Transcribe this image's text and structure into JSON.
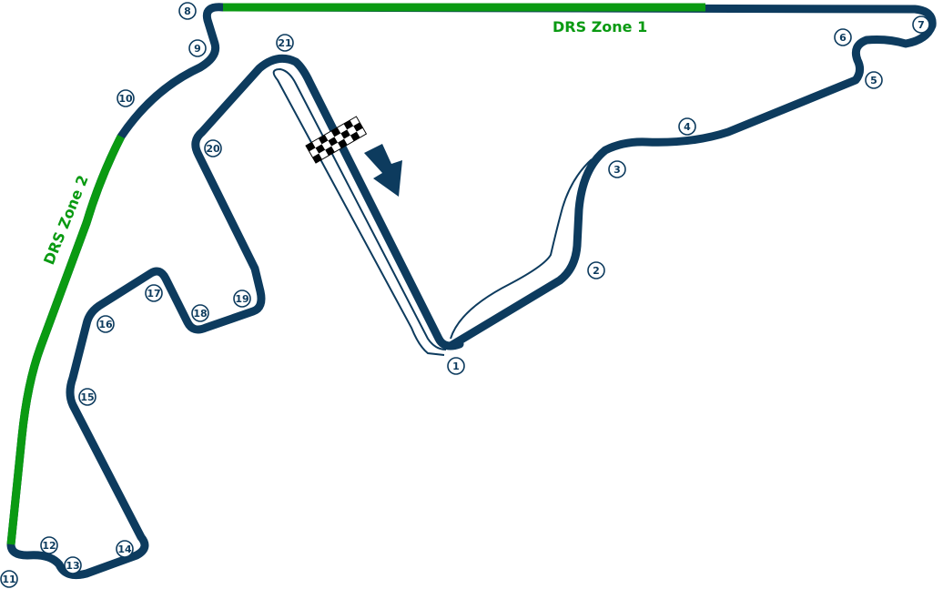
{
  "circuit": {
    "colors": {
      "track": "#0d3b5e",
      "drs": "#0a9a12",
      "background": "#ffffff"
    },
    "drs_zones": [
      {
        "label": "DRS Zone 1"
      },
      {
        "label": "DRS Zone 2"
      }
    ],
    "turns": [
      "1",
      "2",
      "3",
      "4",
      "5",
      "6",
      "7",
      "8",
      "9",
      "10",
      "11",
      "12",
      "13",
      "14",
      "15",
      "16",
      "17",
      "18",
      "19",
      "20",
      "21"
    ],
    "icons": {
      "start_finish": "checkered-flag-icon",
      "direction": "direction-arrow-icon"
    }
  }
}
